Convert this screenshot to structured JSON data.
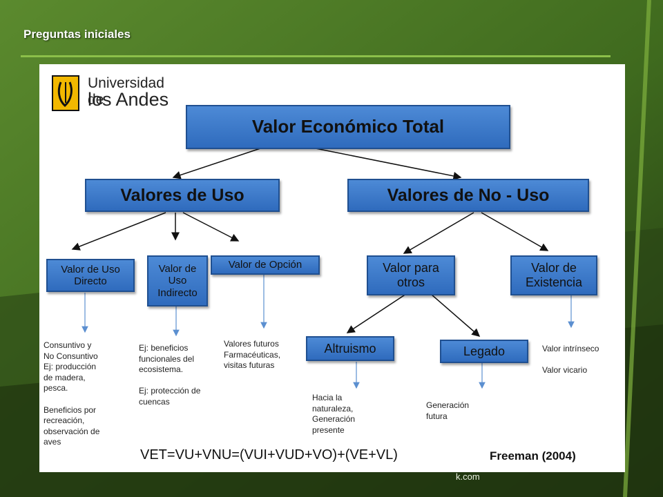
{
  "slide": {
    "title": "Preguntas iniciales",
    "footer": "k.com"
  },
  "logo": {
    "line1": "Universidad de",
    "line2": "los Andes"
  },
  "nodes": {
    "root": "Valor Económico Total",
    "uso": "Valores de Uso",
    "nouso": "Valores de No - Uso",
    "directo": "Valor de Uso Directo",
    "indirecto": "Valor de Uso Indirecto",
    "opcion": "Valor de Opción",
    "otros": "Valor para otros",
    "existencia": "Valor de Existencia",
    "altruismo": "Altruismo",
    "legado": "Legado"
  },
  "notes": {
    "directo": "Consuntivo y\nNo Consuntivo\nEj: producción\nde madera,\npesca.\n\nBeneficios por\nrecreación,\nobservación de\naves",
    "indirecto": "Ej: beneficios\nfuncionales del\necosistema.\n\nEj: protección de\ncuencas",
    "opcion": "Valores futuros\nFarmacéuticas,\nvisitas futuras",
    "existencia": "Valor intrínseco\n\nValor vicario",
    "altruismo": "Hacia la\nnaturaleza,\nGeneración\npresente",
    "legado": "Generación\nfutura"
  },
  "formula": "VET=VU+VNU=(VUI+VUD+VO)+(VE+VL)",
  "citation": "Freeman (2004)",
  "colors": {
    "box_fill": "#3d7cc9",
    "box_border": "#1f4f90",
    "accent_line": "#8cc04a",
    "background": "#2f4d1a"
  }
}
